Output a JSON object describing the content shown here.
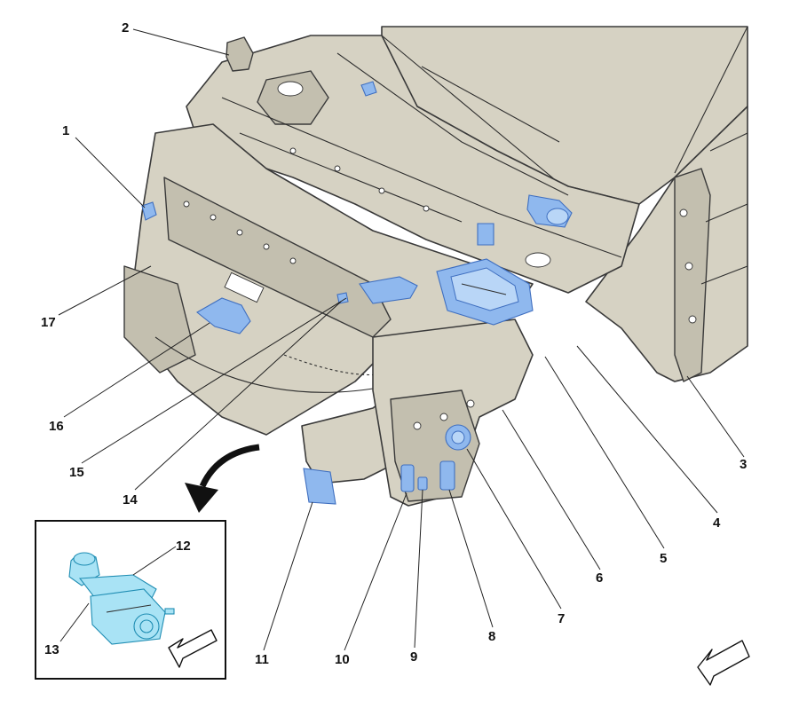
{
  "callouts": [
    {
      "id": "1",
      "label": "1"
    },
    {
      "id": "2",
      "label": "2"
    },
    {
      "id": "3",
      "label": "3"
    },
    {
      "id": "4",
      "label": "4"
    },
    {
      "id": "5",
      "label": "5"
    },
    {
      "id": "6",
      "label": "6"
    },
    {
      "id": "7",
      "label": "7"
    },
    {
      "id": "8",
      "label": "8"
    },
    {
      "id": "9",
      "label": "9"
    },
    {
      "id": "10",
      "label": "10"
    },
    {
      "id": "11",
      "label": "11"
    },
    {
      "id": "12",
      "label": "12"
    },
    {
      "id": "13",
      "label": "13"
    },
    {
      "id": "14",
      "label": "14"
    },
    {
      "id": "15",
      "label": "15"
    },
    {
      "id": "16",
      "label": "16"
    },
    {
      "id": "17",
      "label": "17"
    }
  ],
  "colors": {
    "structure": "#d6d2c3",
    "highlight": "#8fb8ee",
    "inset_highlight": "#a9e3f5",
    "outline": "#3a3a3a"
  },
  "icons": {
    "direction_arrow": "front-direction-arrow-icon",
    "zoom_arrow": "curved-zoom-arrow-icon"
  }
}
